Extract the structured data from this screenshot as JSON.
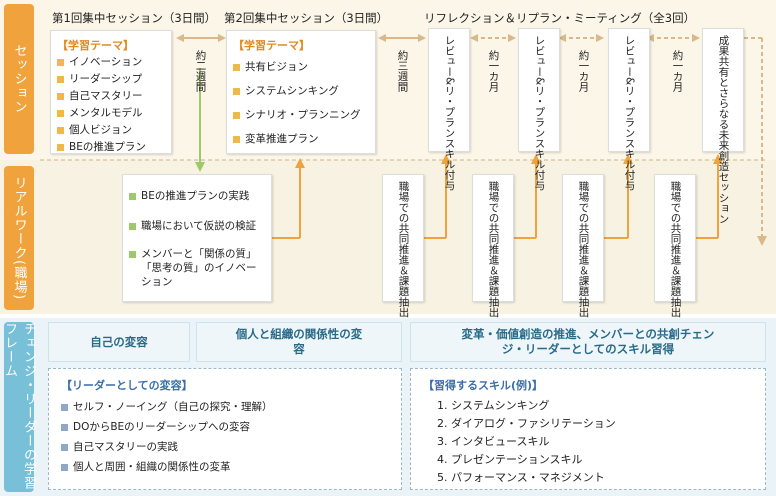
{
  "rows": {
    "session": "セッション",
    "real_work": "リアルワーク(職場)",
    "frame": "チェンジ・リーダーの学習フレーム"
  },
  "headers": {
    "first": "第1回集中セッション（3日間）",
    "second": "第2回集中セッション（3日間）",
    "reflection": "リフレクション＆リプラン・ミーティング（全3回）"
  },
  "session1": {
    "title": "【学習テーマ】",
    "items": [
      "イノベーション",
      "リーダーシップ",
      "自己マスタリー",
      "メンタルモデル",
      "個人ビジョン",
      "BEの推進プラン"
    ]
  },
  "session2": {
    "title": "【学習テーマ】",
    "items": [
      "共有ビジョン",
      "システムシンキング",
      "シナリオ・プランニング",
      "変革推進プラン"
    ]
  },
  "intervals": {
    "two_weeks": "約二週間",
    "three_weeks": "約三週間",
    "one_month_1": "約一カ月",
    "one_month_2": "約一カ月",
    "one_month_3": "約一カ月"
  },
  "reviews": [
    "レビュー&リ・プランスキル付与",
    "レビュー&リ・プランスキル付与",
    "レビュー&リ・プランスキル付与"
  ],
  "final": "成果共有とさらなる未来創造セッション",
  "realwork_list": [
    "BEの推進プランの実践",
    "職場において仮説の検証",
    "メンバーと「関係の質」「思考の質」のイノベーション"
  ],
  "workplace": [
    "職場での共同推進＆課題抽出",
    "職場での共同推進＆課題抽出",
    "職場での共同推進＆課題抽出",
    "職場での共同推進＆課題抽出"
  ],
  "frame": {
    "labels": [
      "自己の変容",
      "個人と組織の関係性の変容",
      "変革・価値創造の推進、メンバーとの共創チェンジ・リーダーとしてのスキル習得"
    ],
    "left_title": "【リーダーとしての変容】",
    "left_items": [
      "セルフ・ノーイング（自己の探究・理解）",
      "DOからBEのリーダーシップへの変容",
      "自己マスタリーの実践",
      "個人と周囲・組織の関係性の変革"
    ],
    "right_title": "【習得するスキル(例)】",
    "right_items": [
      "1. システムシンキング",
      "2. ダイアログ・ファシリテーション",
      "3. インタビュースキル",
      "4. プレゼンテーションスキル",
      "5. パフォーマンス・マネジメント"
    ]
  },
  "colors": {
    "orange": "#f0a33c",
    "green": "#9ec86a",
    "blue": "#78bfd8",
    "arrow": "#d9b98a"
  }
}
